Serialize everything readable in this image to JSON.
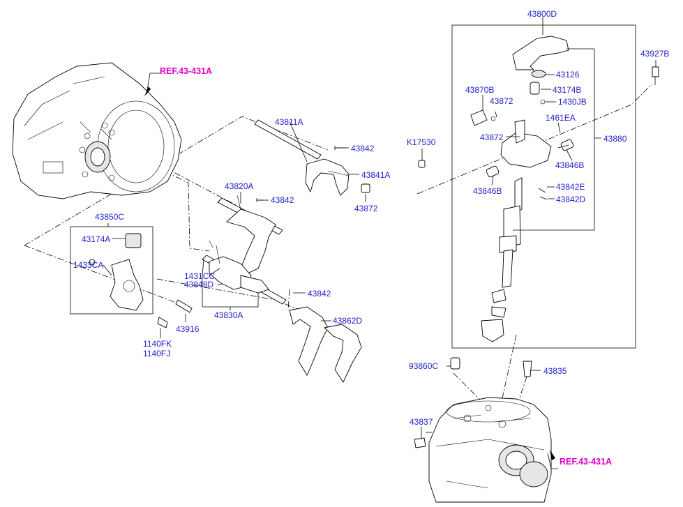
{
  "diagram": {
    "refs": [
      "REF.43-431A",
      "REF.43-431A"
    ],
    "labels": {
      "p43800D": "43800D",
      "p43927B": "43927B",
      "p43126": "43126",
      "p43870B": "43870B",
      "p43872a": "43872",
      "p43174Ba": "43174B",
      "p1430JB": "1430JB",
      "p1461EA": "1461EA",
      "p43872b": "43872",
      "p43880": "43880",
      "pK17530": "K17530",
      "p43846Ba": "43846B",
      "p43846Bb": "43846B",
      "p43842E": "43842E",
      "p43842D": "43842D",
      "p43811A": "43811A",
      "p43842a": "43842",
      "p43841A": "43841A",
      "p43872c": "43872",
      "p43820A": "43820A",
      "p43842b": "43842",
      "p43850C": "43850C",
      "p43174Bb": "43174A",
      "p1433CA": "1433CA",
      "p1431CC": "1431CC",
      "p43848D": "43848D",
      "p43842c": "43842",
      "p43830A": "43830A",
      "p43862D": "43862D",
      "p43916": "43916",
      "p1140FK": "1140FK",
      "p1140FJ": "1140FJ",
      "p93860C": "93860C",
      "p43835": "43835",
      "p43837": "43837"
    }
  }
}
